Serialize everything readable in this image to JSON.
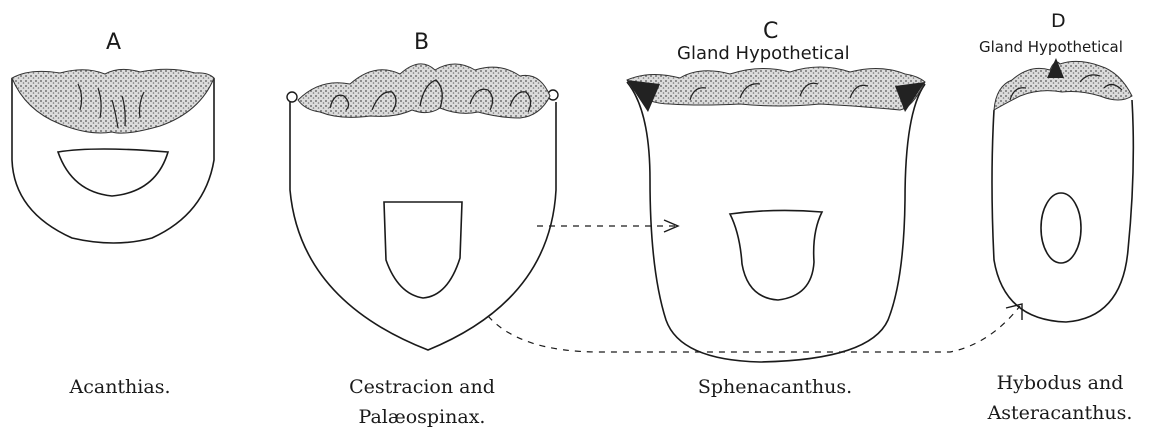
{
  "figures": [
    {
      "letter": "A",
      "caption": [
        "Acanthias."
      ]
    },
    {
      "letter": "B",
      "caption": [
        "Cestracion and",
        "Palæospinax."
      ]
    },
    {
      "letter": "C",
      "gland": "Gland Hypothetical",
      "caption": [
        "Sphenacanthus."
      ]
    },
    {
      "letter": "D",
      "gland": "Gland Hypothetical",
      "caption": [
        "Hybodus and",
        "Asteracanthus."
      ]
    }
  ],
  "colors": {
    "ink": "#1a1a1a",
    "paper": "#ffffff",
    "stipple": "#6b6b6b"
  }
}
